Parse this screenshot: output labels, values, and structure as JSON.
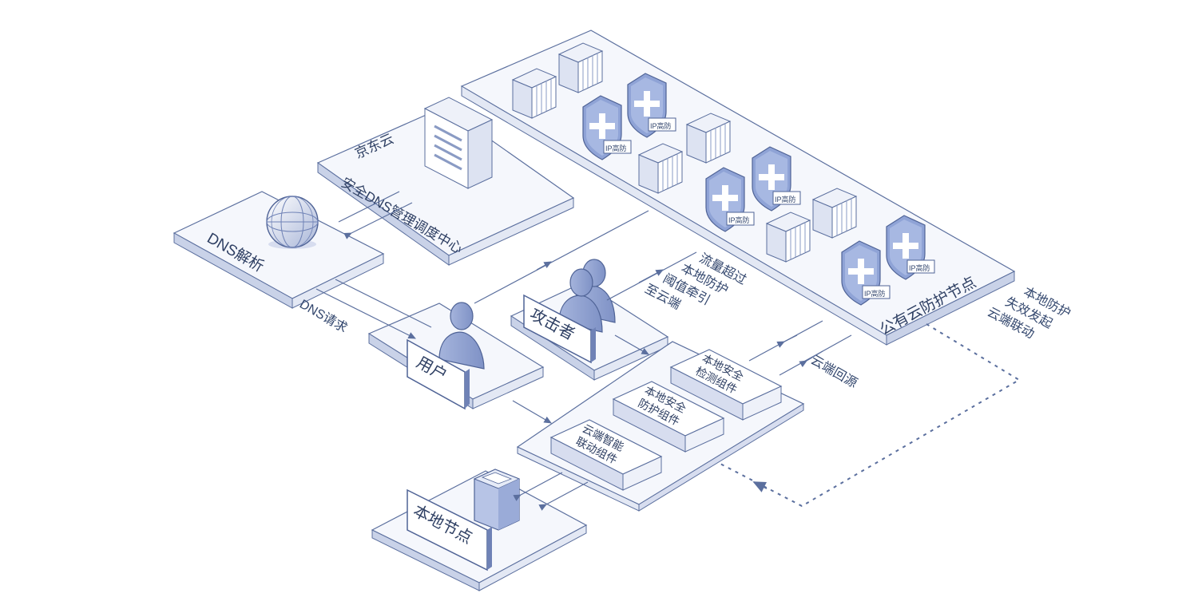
{
  "nodes": {
    "jd_cloud_dns": {
      "line1": "京东云",
      "line2": "安全DNS管理调度中心"
    },
    "dns_resolve": {
      "label": "DNS解析"
    },
    "user": {
      "label": "用户"
    },
    "attacker": {
      "label": "攻击者"
    },
    "public_cloud": {
      "label": "公有云防护节点",
      "shield_tag": "IP高防"
    },
    "local_node": {
      "label": "本地节点"
    },
    "components": [
      {
        "line1": "本地安全",
        "line2": "检测组件"
      },
      {
        "line1": "本地安全",
        "line2": "防护组件"
      },
      {
        "line1": "云端智能",
        "line2": "联动组件"
      }
    ]
  },
  "edge_labels": {
    "dns_request": "DNS请求",
    "traffic_note": [
      "流量超过",
      "本地防护",
      "阈值牵引",
      "至云端"
    ],
    "cloud_back": "云端回源",
    "failover_note": [
      "本地防护",
      "失效发起",
      "云端联动"
    ]
  },
  "colors": {
    "line": "#5b6f9e",
    "platform": "#f5f7fc",
    "band": "#c9d2e8",
    "accent": "#8fa3d6",
    "text": "#33476e"
  }
}
